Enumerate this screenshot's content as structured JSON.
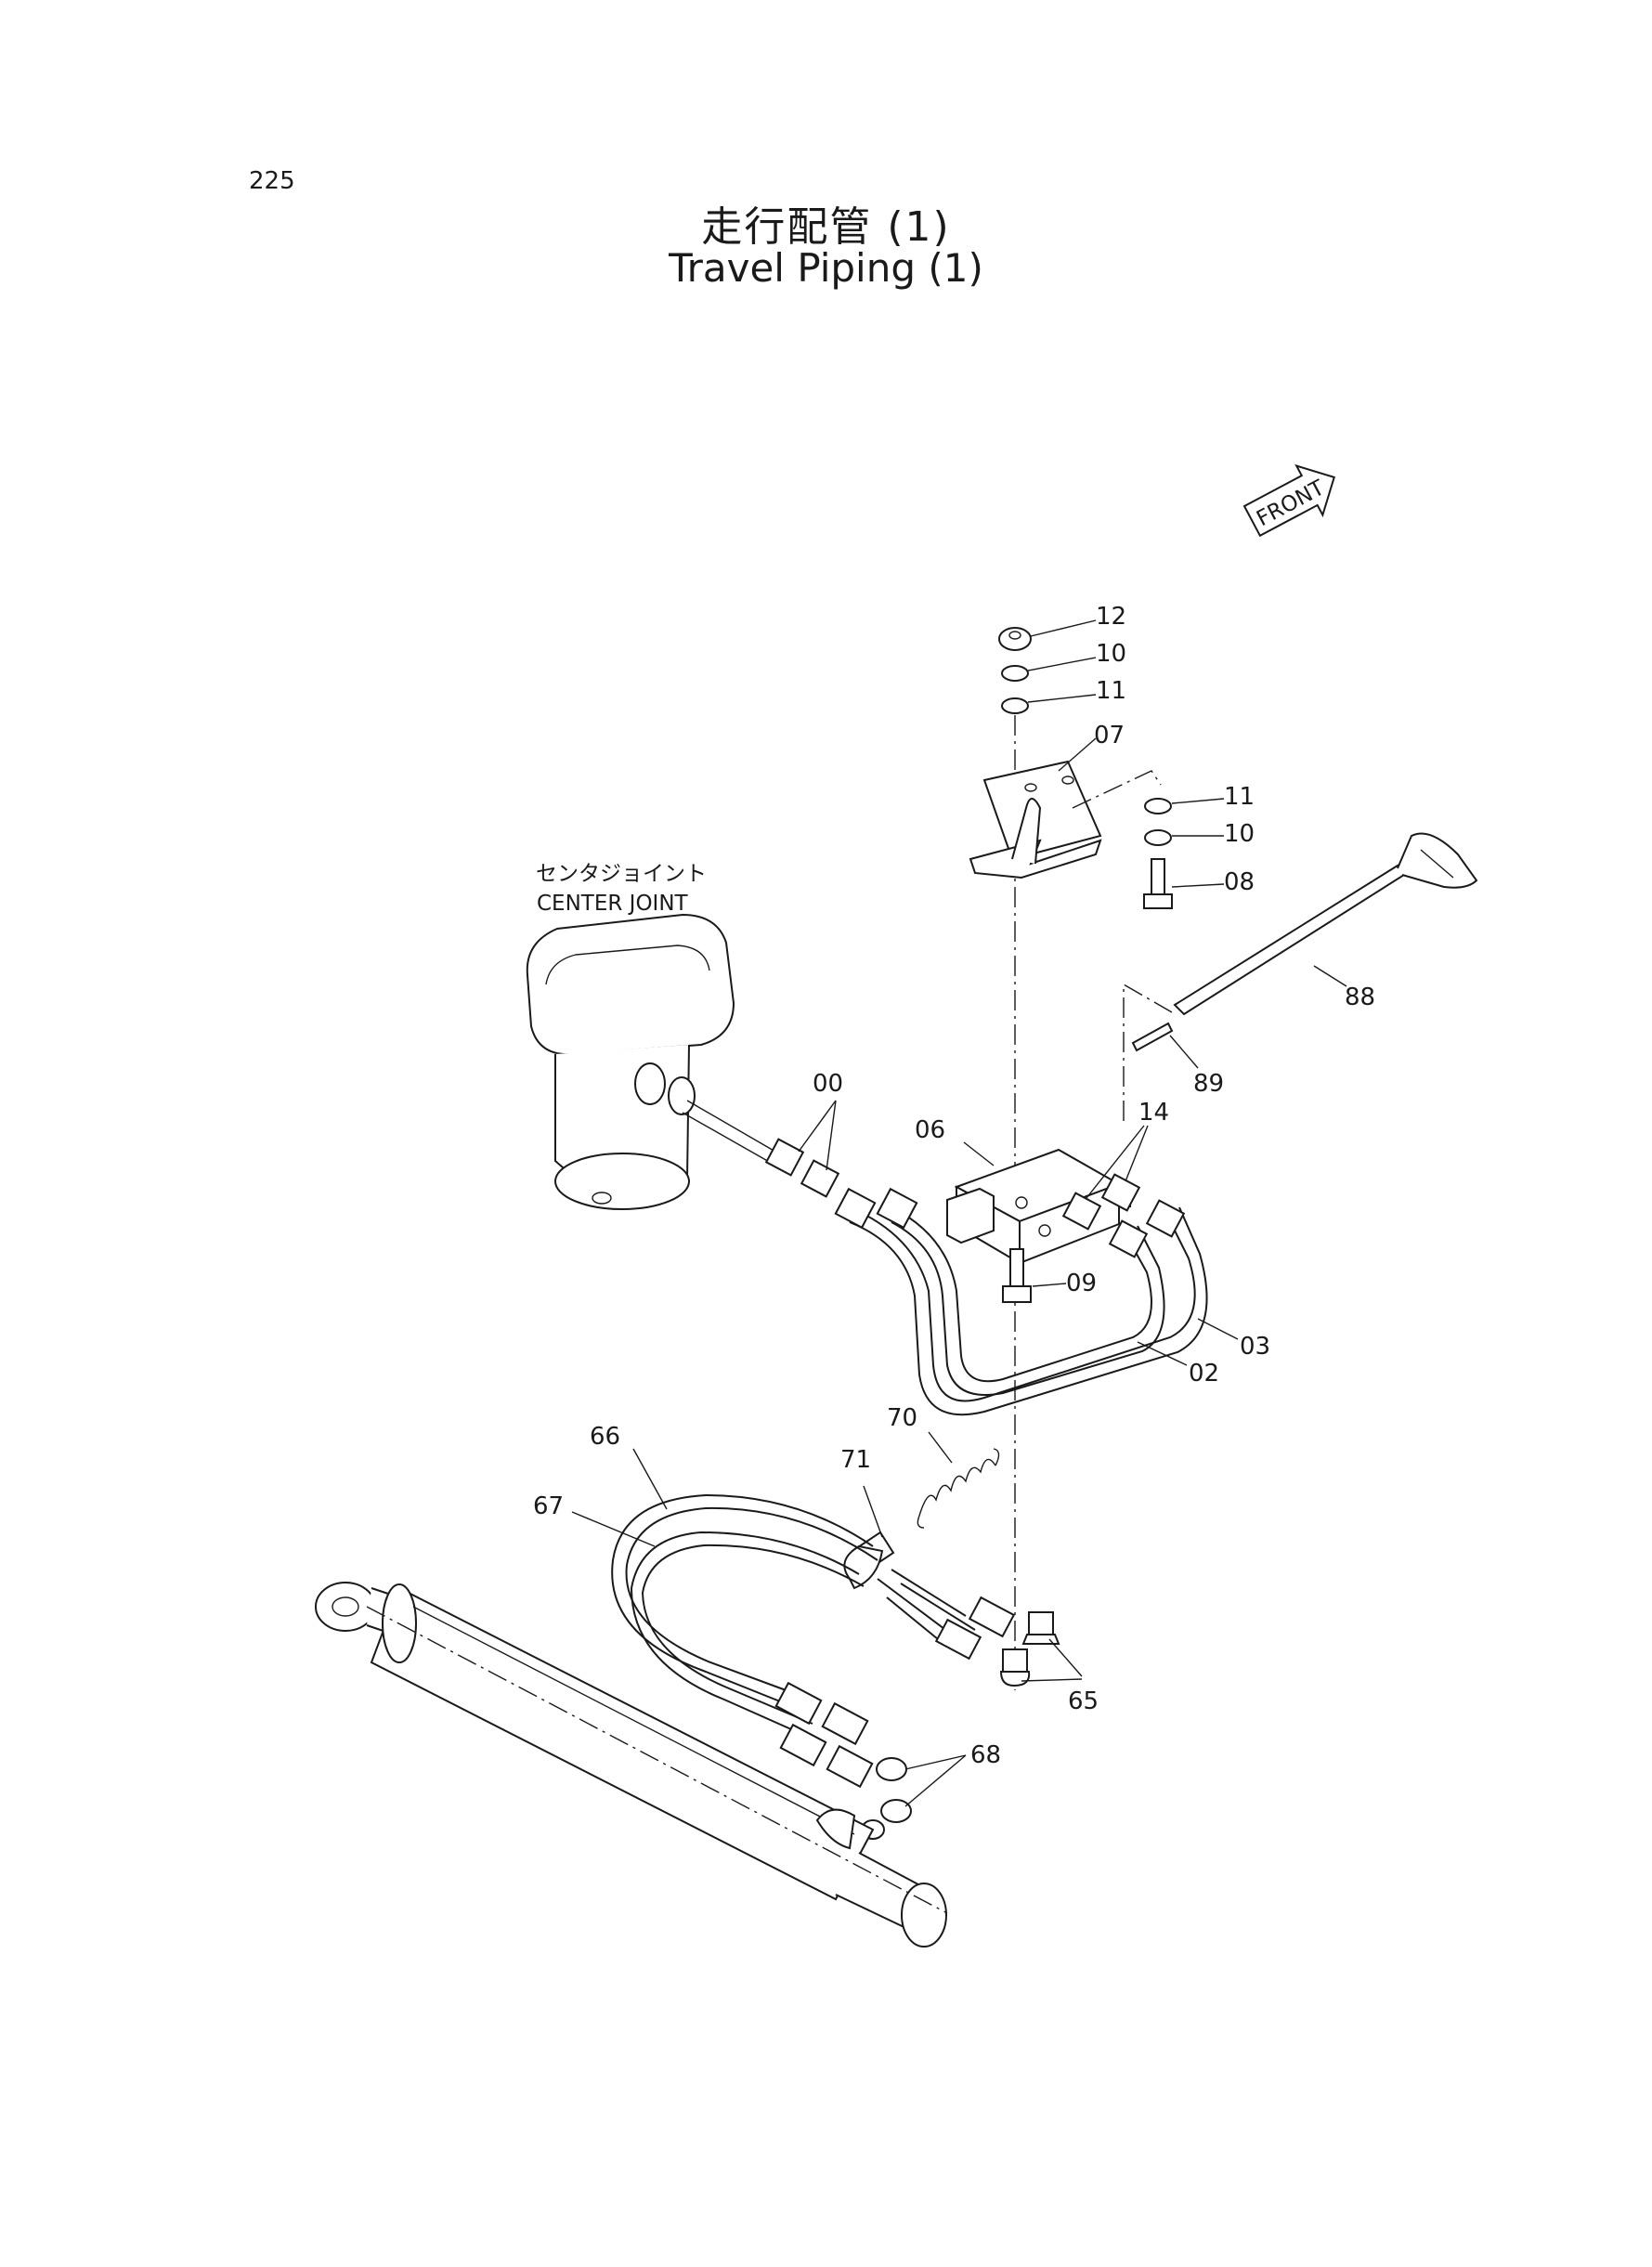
{
  "page": {
    "number": "225"
  },
  "title": {
    "jp": "走行配管 (1)",
    "en": "Travel Piping (1)"
  },
  "front_marker": "FRONT",
  "center_joint": {
    "jp": "センタジョイント",
    "en": "CENTER JOINT"
  },
  "callouts": {
    "c12": "12",
    "c10a": "10",
    "c11a": "11",
    "c07": "07",
    "c11b": "11",
    "c10b": "10",
    "c08": "08",
    "c88": "88",
    "c89": "89",
    "c00": "00",
    "c06": "06",
    "c14": "14",
    "c09": "09",
    "c03": "03",
    "c02": "02",
    "c70": "70",
    "c71": "71",
    "c66": "66",
    "c67": "67",
    "c65": "65",
    "c68": "68"
  }
}
